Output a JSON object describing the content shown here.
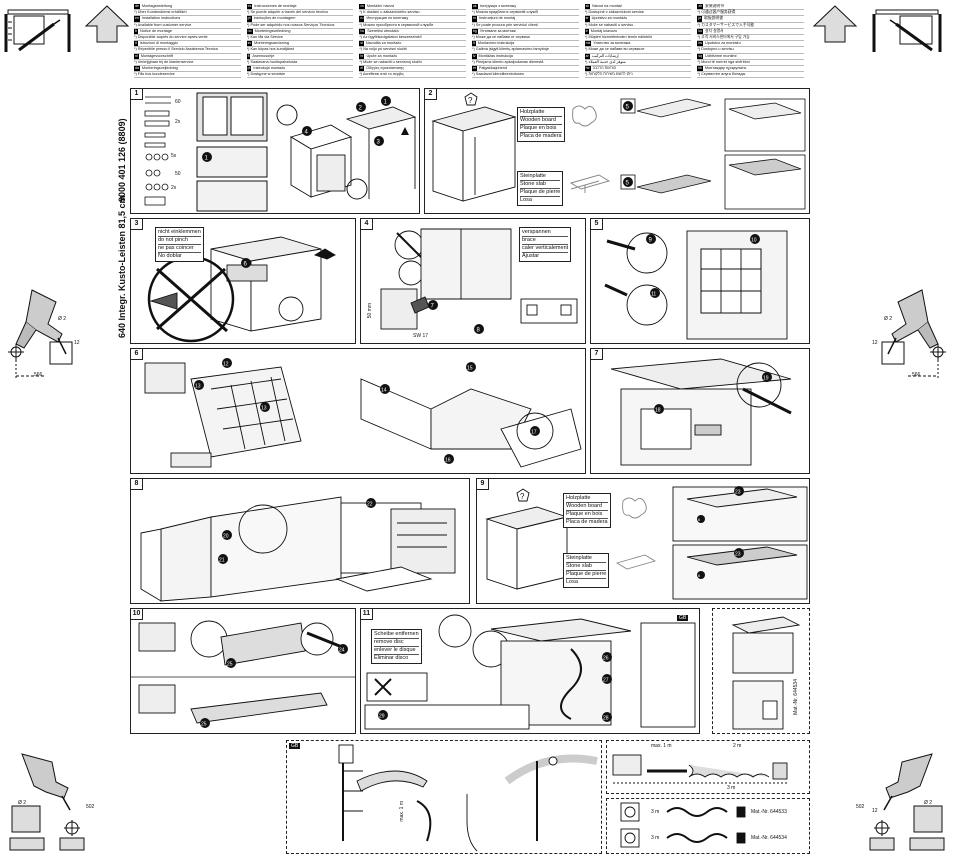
{
  "header": {
    "columns": [
      {
        "rows": [
          {
            "lang": "de",
            "text": "Montageanleitung"
          },
          {
            "lang": "",
            "text": "*) Über Kundendienst erhältlich"
          },
          {
            "lang": "en",
            "text": "Installation instructions"
          },
          {
            "lang": "",
            "text": "*) Available from customer service"
          },
          {
            "lang": "fr",
            "text": "Notice de montage"
          },
          {
            "lang": "",
            "text": "*) Disponible auprès du service après-vente"
          },
          {
            "lang": "it",
            "text": "Istruzioni di montaggio"
          },
          {
            "lang": "",
            "text": "*) Reperibile presso il Servizio Assistenza Tecnica"
          },
          {
            "lang": "nl",
            "text": "Montagevoorschrift"
          },
          {
            "lang": "",
            "text": "*) Verkrijgbaar bij de klantenservice"
          },
          {
            "lang": "da",
            "text": "Monteringsvejledning"
          },
          {
            "lang": "",
            "text": "*) Fås hos kundeservice"
          }
        ]
      },
      {
        "rows": [
          {
            "lang": "es",
            "text": "Instrucciones de montaje"
          },
          {
            "lang": "",
            "text": "*) Se puede adquirir a través del servicio técnico"
          },
          {
            "lang": "pt",
            "text": "Instruções de montagem"
          },
          {
            "lang": "",
            "text": "*) Pode ser adquirido nos nossos Serviços Técnicos"
          },
          {
            "lang": "no",
            "text": "Monteringsveiledning"
          },
          {
            "lang": "",
            "text": "*) Kan fås via Service"
          },
          {
            "lang": "sv",
            "text": "Monteringsanvisning"
          },
          {
            "lang": "",
            "text": "*) Kan köpas hos kundtjänst"
          },
          {
            "lang": "fi",
            "text": "Asennusohje"
          },
          {
            "lang": "",
            "text": "*) Saatavana huoltopalvelusta"
          },
          {
            "lang": "pl",
            "text": "Instrukcja montażu"
          },
          {
            "lang": "",
            "text": "*) Dostępne w serwisie"
          }
        ]
      },
      {
        "rows": [
          {
            "lang": "cs",
            "text": "Montážní návod"
          },
          {
            "lang": "",
            "text": "*) K dostání u zákaznického servisu"
          },
          {
            "lang": "ru",
            "text": "Инструкция по монтажу"
          },
          {
            "lang": "",
            "text": "*) Можно приобрести в сервисной службе"
          },
          {
            "lang": "hu",
            "text": "Szerelési útmutató"
          },
          {
            "lang": "",
            "text": "*) Az ügyfélszolgálaton beszerezhető"
          },
          {
            "lang": "sl",
            "text": "Navodila za montažo"
          },
          {
            "lang": "",
            "text": "*) Na voljo pri servisni službi"
          },
          {
            "lang": "hr",
            "text": "Upute za montažu"
          },
          {
            "lang": "",
            "text": "*) Može se nabaviti u servisnoj službi"
          },
          {
            "lang": "el",
            "text": "Οδηγίες εγκατάστασης"
          },
          {
            "lang": "",
            "text": "*) Διατίθεται από το σέρβις"
          }
        ]
      },
      {
        "rows": [
          {
            "lang": "uk",
            "text": "Інструкція з монтажу"
          },
          {
            "lang": "",
            "text": "*) Можна придбати в сервісній службі"
          },
          {
            "lang": "ro",
            "text": "Instrucțiuni de montaj"
          },
          {
            "lang": "",
            "text": "*) Se poate procura prin serviciul clienți"
          },
          {
            "lang": "bg",
            "text": "Упътване за монтаж"
          },
          {
            "lang": "",
            "text": "*) Може да се набави от сервиза"
          },
          {
            "lang": "lt",
            "text": "Montavimo instrukcija"
          },
          {
            "lang": "",
            "text": "*) Galima įsigyti klientų aptarnavimo tarnyboje"
          },
          {
            "lang": "lv",
            "text": "Montāžas instrukcija"
          },
          {
            "lang": "",
            "text": "*) Pieejams klientu apkalpošanas dienestā"
          },
          {
            "lang": "et",
            "text": "Paigaldusjuhend"
          },
          {
            "lang": "",
            "text": "*) Saadaval klienditeeninduses"
          }
        ]
      },
      {
        "rows": [
          {
            "lang": "sk",
            "text": "Návod na montáž"
          },
          {
            "lang": "",
            "text": "*) Dostupné v zákazníckom servise"
          },
          {
            "lang": "sr",
            "text": "Uputstvo za montažu"
          },
          {
            "lang": "",
            "text": "*) Može se nabaviti u servisu"
          },
          {
            "lang": "tr",
            "text": "Montaj kılavuzu"
          },
          {
            "lang": "",
            "text": "*) Müşteri hizmetlerinden temin edilebilir"
          },
          {
            "lang": "mk",
            "text": "Упатство за монтажа"
          },
          {
            "lang": "",
            "text": "*) Може да се набави во сервисот"
          },
          {
            "lang": "ar",
            "text": "إرشادات التركيب"
          },
          {
            "lang": "",
            "text": "*) متوفر لدى خدمة العملاء"
          },
          {
            "lang": "he",
            "text": "הוראות הרכבה"
          },
          {
            "lang": "",
            "text": "*) ניתן להשיג בשירות הלקוחות"
          }
        ]
      },
      {
        "rows": [
          {
            "lang": "zh",
            "text": "安装说明书"
          },
          {
            "lang": "",
            "text": "*) 可通过客户服务获得"
          },
          {
            "lang": "ja",
            "text": "取扱説明書"
          },
          {
            "lang": "",
            "text": "*) カスタマーサービスで入手可能"
          },
          {
            "lang": "ko",
            "text": "설치 설명서"
          },
          {
            "lang": "",
            "text": "*) 고객 서비스센터에서 구입 가능"
          },
          {
            "lang": "bs",
            "text": "Uputstvo za montažu"
          },
          {
            "lang": "",
            "text": "*) Dostupno u servisu"
          },
          {
            "lang": "sq",
            "text": "Udhëzime montimi"
          },
          {
            "lang": "",
            "text": "*) Mund të merret nga shërbimi"
          },
          {
            "lang": "kk",
            "text": "Монтаждау нұсқаулығы"
          },
          {
            "lang": "",
            "text": "*) Сервистен алуға болады"
          }
        ]
      }
    ]
  },
  "side_text": {
    "doc_number": "9000 401 126 (8809)",
    "model_text": "640 Integr. Kusto-Leisten 81,5 cm"
  },
  "panels": {
    "p1": {
      "num": "1",
      "dims": [
        "60",
        "2x",
        "5x",
        "50",
        "2x"
      ]
    },
    "p2": {
      "num": "2",
      "labels_wood": [
        "Holzplatte",
        "Wooden board",
        "Plaque en bois",
        "Placa de madera"
      ],
      "labels_stone": [
        "Steinplatte",
        "Stone slab",
        "Plaque de pierre",
        "Losa"
      ]
    },
    "p3": {
      "num": "3",
      "labels": [
        "nicht einklemmen",
        "do not pinch",
        "ne pas coincer",
        "No doblar"
      ]
    },
    "p4": {
      "num": "4",
      "labels": [
        "verspannen",
        "brace",
        "caler verticalement",
        "Ajustar"
      ],
      "sw": "SW 17",
      "dim": "50 mm"
    },
    "p5": {
      "num": "5"
    },
    "p6": {
      "num": "6"
    },
    "p7": {
      "num": "7"
    },
    "p8": {
      "num": "8"
    },
    "p9": {
      "num": "9",
      "labels_wood": [
        "Holzplatte",
        "Wooden board",
        "Plaque en bois",
        "Placa de madera"
      ],
      "labels_stone": [
        "Steinplatte",
        "Stone slab",
        "Plaque de pierre",
        "Losa"
      ]
    },
    "p10": {
      "num": "10"
    },
    "p11": {
      "num": "11",
      "labels": [
        "Scheibe entfernen",
        "remove disc",
        "enlever le disque",
        "Eliminar disco"
      ],
      "gb": "GB"
    },
    "gb": {
      "label": "GB",
      "dim": "max. 1 m"
    }
  },
  "drill": {
    "dia": "Ø 2",
    "dist_566": "566",
    "dist_502": "502",
    "dist_12": "12"
  },
  "hose": {
    "max": "max. 1 m",
    "len_2m": "2 m",
    "len_3m": "3 m"
  },
  "bottom_right": {
    "row1_len": "3 m",
    "row1_mat": "Mat.-Nr. 644533",
    "row2_len": "3 m",
    "row2_mat": "Mat.-Nr. 644534"
  },
  "small_side": {
    "mat": "Mat.-Nr. 644534"
  }
}
